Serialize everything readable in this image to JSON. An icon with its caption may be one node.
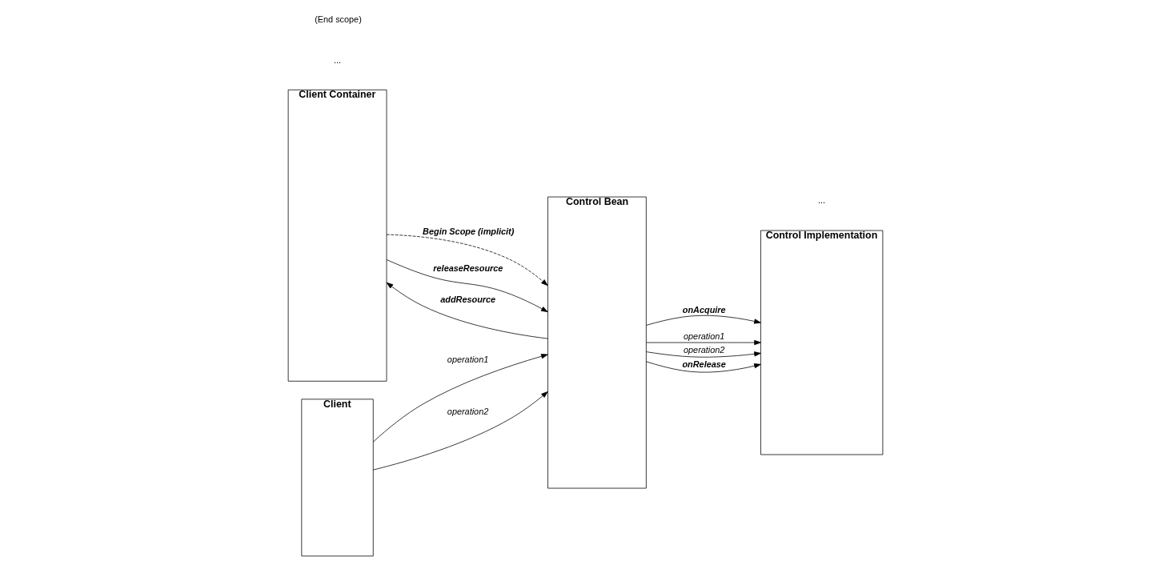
{
  "diagram": {
    "nodes": [
      {
        "text": [
          "Client Container"
        ]
      },
      {
        "text": [
          "Client"
        ]
      },
      {
        "text": [
          "Control Bean"
        ]
      },
      {
        "text": [
          "Control Implementation"
        ]
      }
    ],
    "edges": [
      {
        "from": 0,
        "to": 2,
        "arrow": "to",
        "style": "dashed",
        "label": "Begin Scope (implicit)"
      },
      {
        "from": 1,
        "to": 2,
        "arrow": "to",
        "label": "operation1"
      },
      {
        "from": 2,
        "to": 0,
        "arrow": "to",
        "label": "addResource"
      },
      {
        "from": 1,
        "to": 2,
        "arrow": "to",
        "label": "operation2"
      },
      {
        "from": 0,
        "to": 2,
        "arrow": "to",
        "label": "releaseResource"
      },
      {
        "from": 2,
        "to": 3,
        "arrow": "to",
        "label": "onAcquire"
      },
      {
        "from": 2,
        "to": 3,
        "arrow": "to",
        "label": "operation1"
      },
      {
        "from": 2,
        "to": 3,
        "arrow": "to",
        "label": "operation2"
      },
      {
        "from": 2,
        "to": 3,
        "arrow": "to",
        "label": "onRelease"
      }
    ],
    "labels": [
      "...",
      "(End scope)",
      "..."
    ]
  }
}
